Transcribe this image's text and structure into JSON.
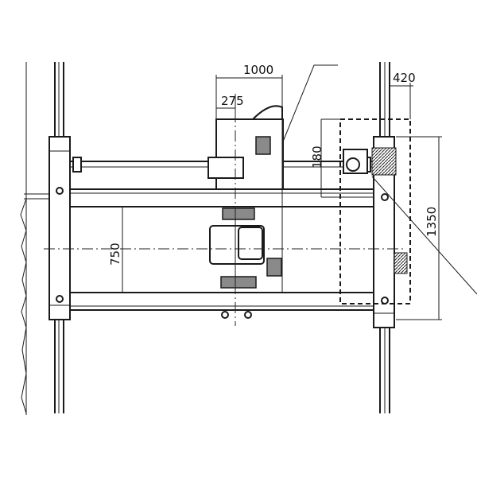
{
  "dimensions": {
    "top_width": "1000",
    "offset_275": "275",
    "rail_offset": "420",
    "small_vertical": "180",
    "wheel_base": "1350",
    "inner_gauge": "750"
  }
}
